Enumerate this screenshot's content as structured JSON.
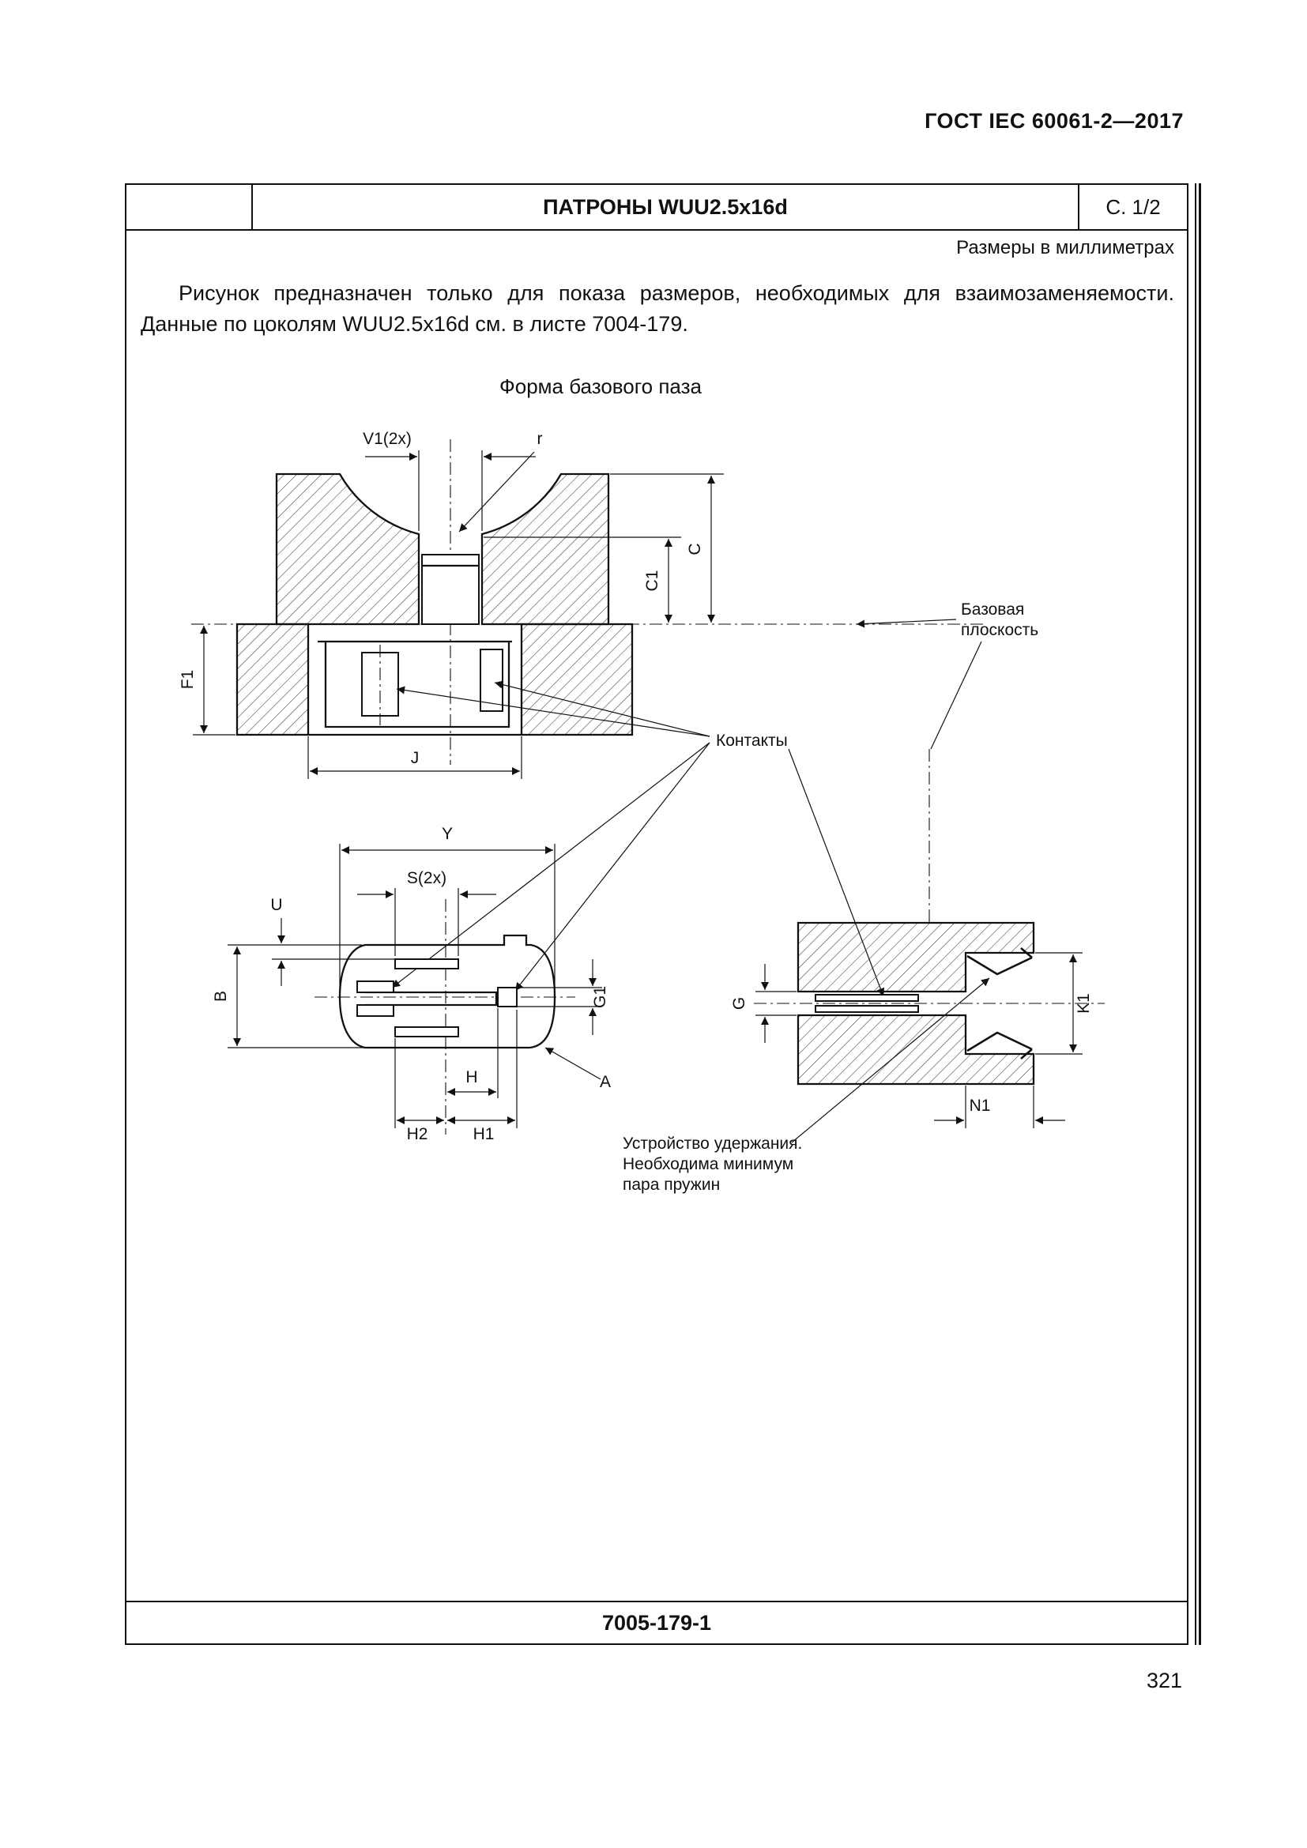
{
  "page": {
    "doc_header": "ГОСТ IEC 60061-2—2017",
    "page_number": "321"
  },
  "sheet": {
    "title": "ПАТРОНЫ WUU2.5x16d",
    "sheet_ref": "С. 1/2",
    "units_note": "Размеры в миллиметрах",
    "intro_line1": "Рисунок предназначен только для показа размеров, необходимых для взаимозаменяемости.",
    "intro_line2": "Данные по цоколям WUU2.5x16d см. в листе 7004-179.",
    "figure_title": "Форма базового паза",
    "sheet_number": "7005-179-1"
  },
  "drawing": {
    "dims": {
      "v1": "V1(2x)",
      "r": "r",
      "c": "C",
      "c1": "C1",
      "f1": "F1",
      "j": "J",
      "y": "Y",
      "s": "S(2x)",
      "u": "U",
      "b": "B",
      "g1": "G1",
      "a": "A",
      "h": "H",
      "h2": "H2",
      "h1": "H1",
      "g": "G",
      "k1": "K1",
      "n1": "N1"
    },
    "labels": {
      "base_plane_1": "Базовая",
      "base_plane_2": "плоскость",
      "contacts": "Контакты",
      "retention_1": "Устройство удержания.",
      "retention_2": "Необходима минимум",
      "retention_3": "пара пружин"
    }
  }
}
